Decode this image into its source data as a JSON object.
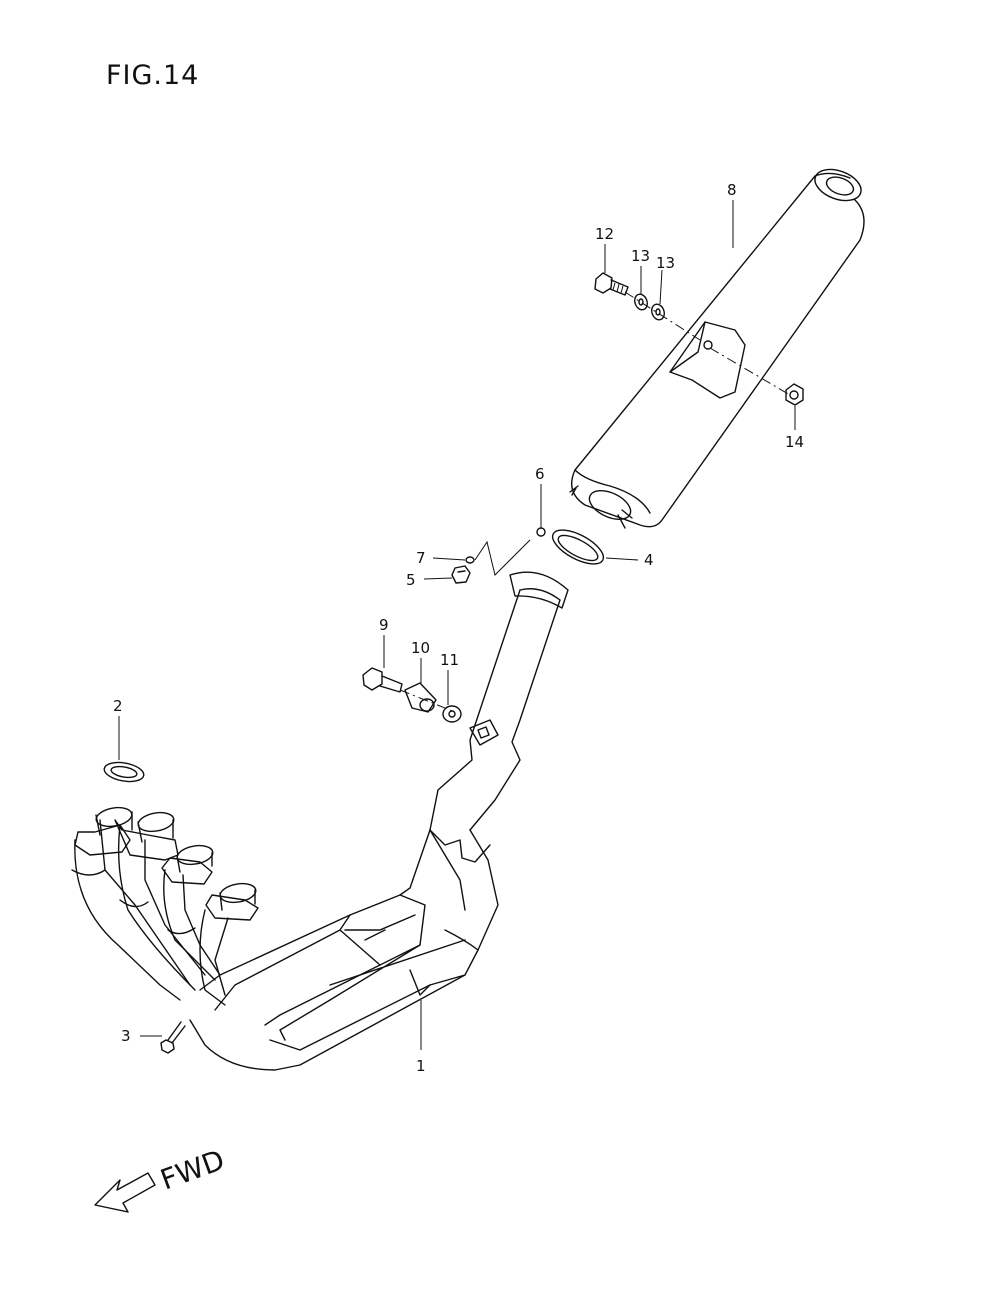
{
  "figure": {
    "title": "FIG.14"
  },
  "callouts": {
    "c1": "1",
    "c2": "2",
    "c3": "3",
    "c4": "4",
    "c5": "5",
    "c6": "6",
    "c7": "7",
    "c8": "8",
    "c9": "9",
    "c10": "10",
    "c11": "11",
    "c12": "12",
    "c13a": "13",
    "c13b": "13",
    "c14": "14"
  },
  "direction": {
    "label": "FWD"
  }
}
